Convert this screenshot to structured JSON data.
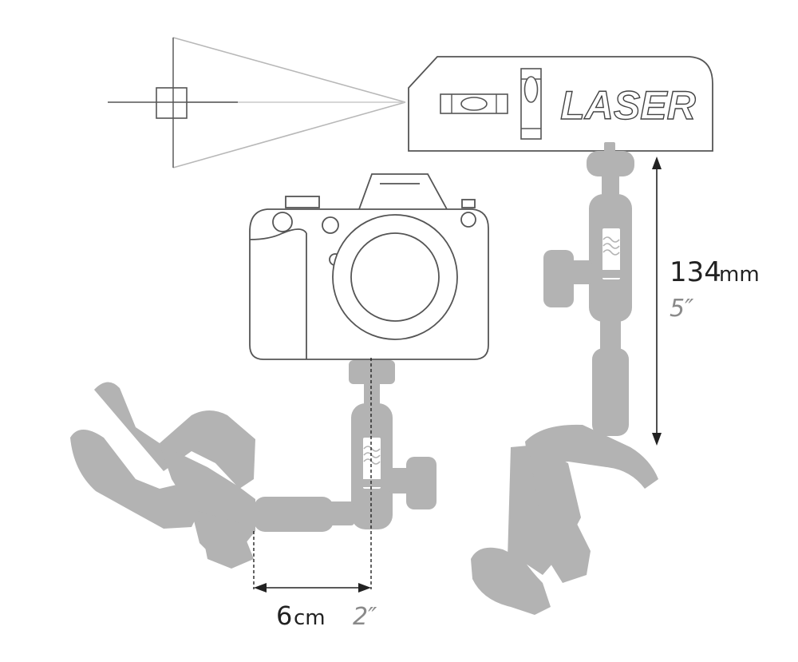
{
  "laser_label": "LASER",
  "height_measure": {
    "metric_value": "134",
    "metric_unit": "mm",
    "imperial": "5″"
  },
  "offset_measure": {
    "metric_value": "6",
    "metric_unit": "cm",
    "imperial": "2″"
  },
  "colors": {
    "outline": "#555555",
    "hardware": "#b3b3b3",
    "hardware_dark": "#9e9e9e",
    "light_line": "#b8b8b8",
    "text": "#222222",
    "text_gray": "#8a8a8a"
  }
}
